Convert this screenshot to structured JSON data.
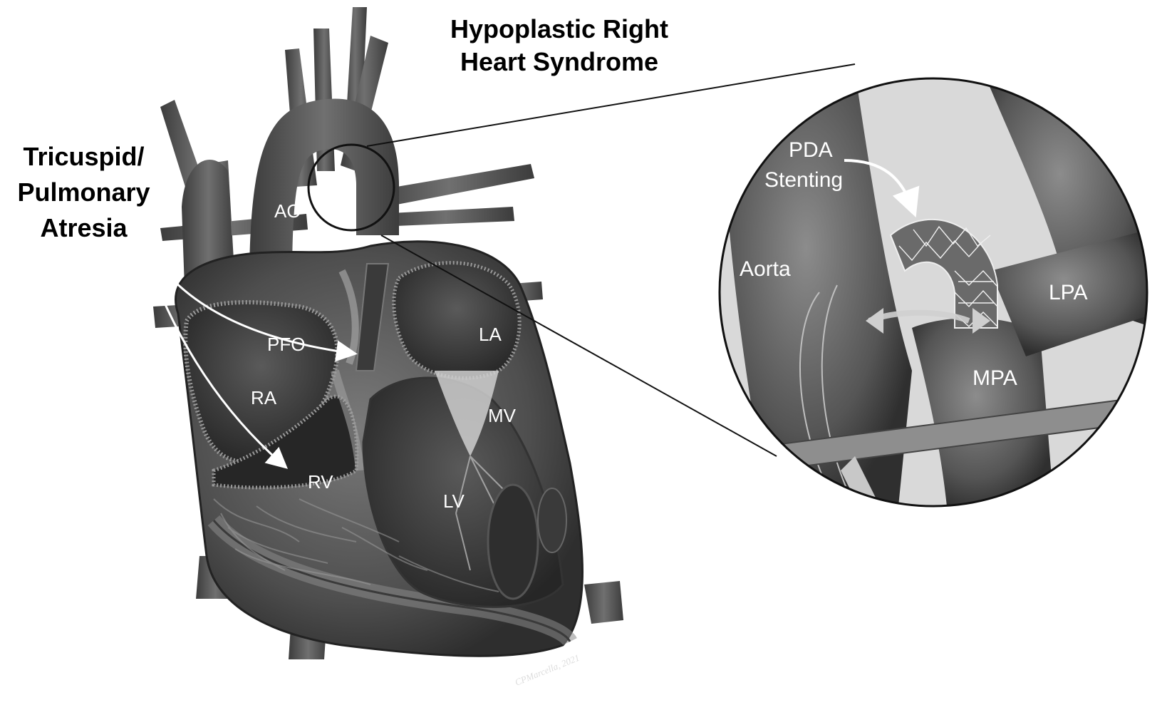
{
  "title": {
    "line1": "Hypoplastic Right",
    "line2": "Heart Syndrome"
  },
  "condition_label": {
    "line1": "Tricuspid/",
    "line2": "Pulmonary",
    "line3": "Atresia"
  },
  "heart_labels": {
    "ao": "AO",
    "pfo": "PFO",
    "la": "LA",
    "ra": "RA",
    "mv": "MV",
    "rv": "RV",
    "lv": "LV"
  },
  "inset_labels": {
    "pda_line1": "PDA",
    "pda_line2": "Stenting",
    "aorta": "Aorta",
    "lpa": "LPA",
    "mpa": "MPA"
  },
  "signature": "CPMarcella, 2021",
  "colors": {
    "background": "#ffffff",
    "tissue_dark": "#3a3a3a",
    "tissue_mid": "#5e5e5e",
    "tissue_light": "#8a8a8a"
  }
}
